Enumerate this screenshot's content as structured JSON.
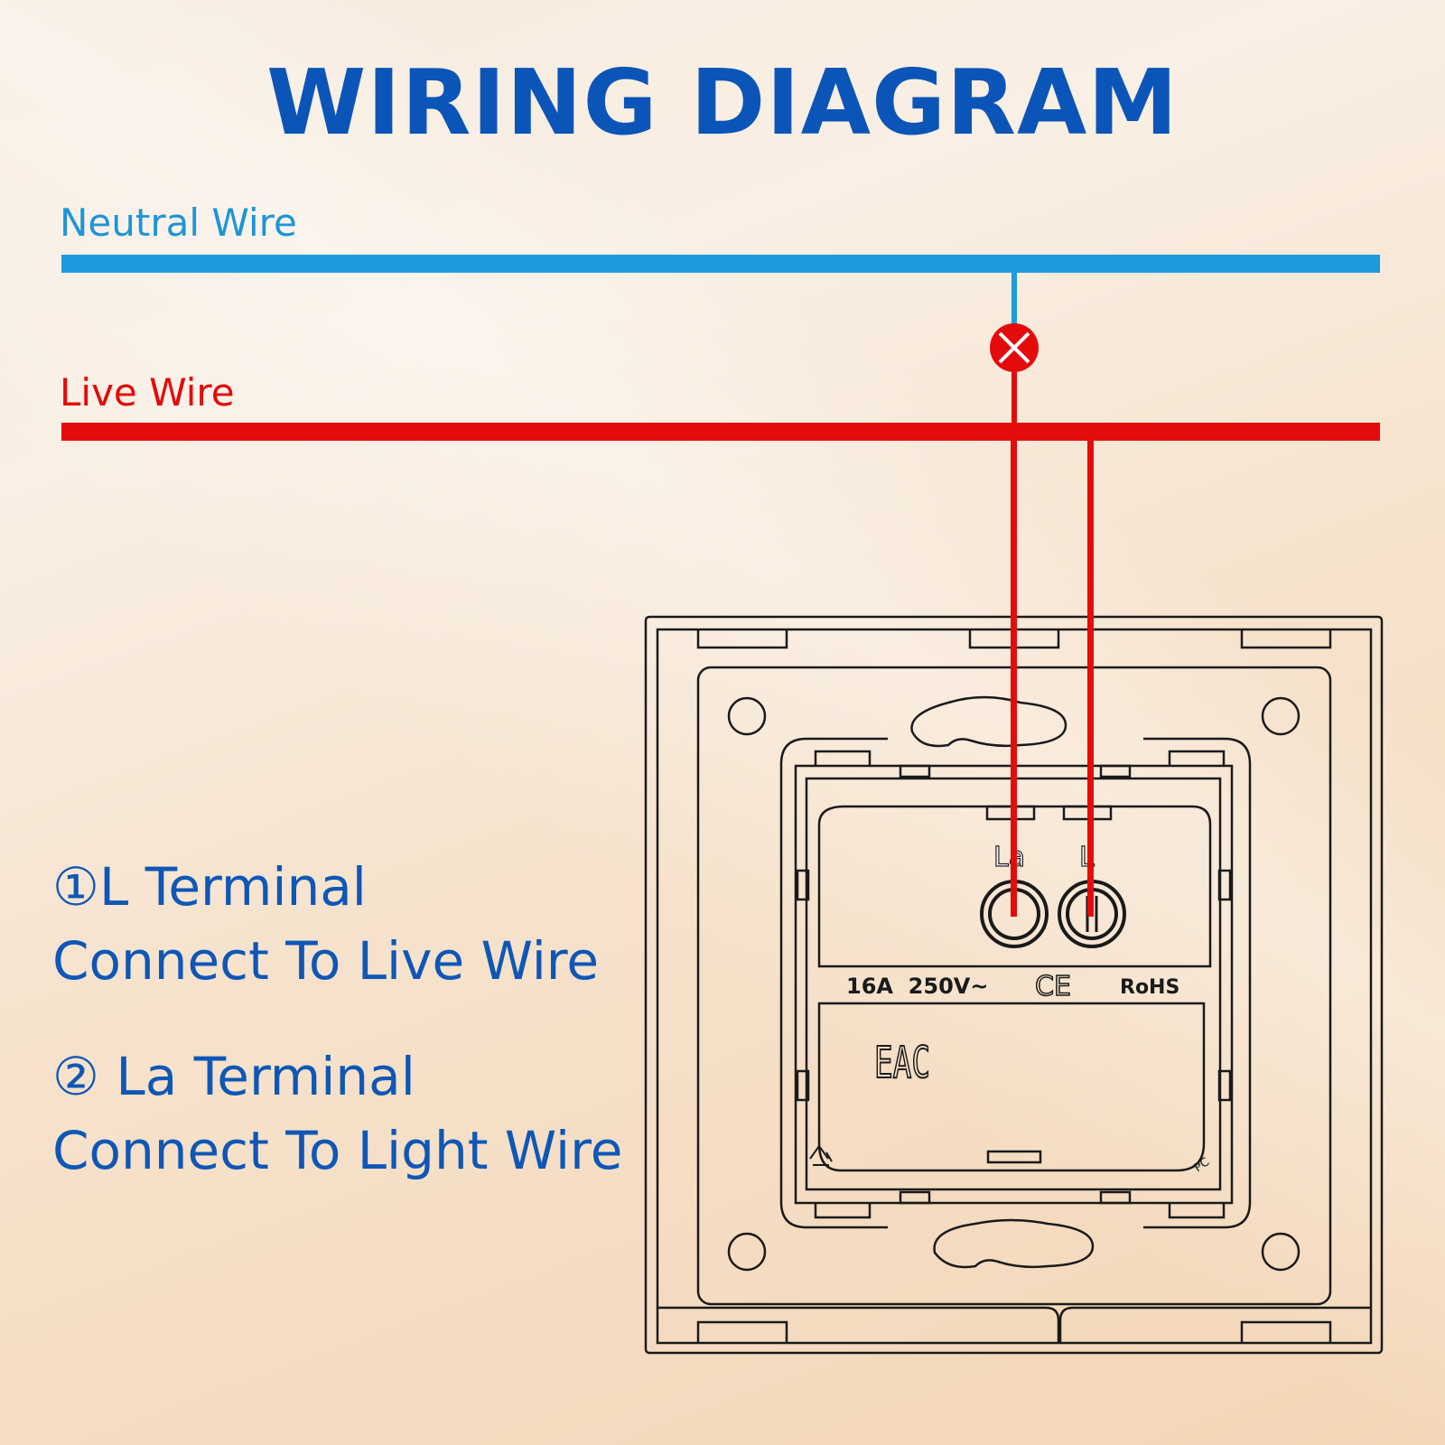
{
  "title": "WIRING DIAGRAM",
  "wires": {
    "neutral_label": "Neutral Wire",
    "neutral_color": "#1e9ade",
    "live_label": "Live Wire",
    "live_color": "#e60b0b"
  },
  "legend": {
    "line1": "①L Terminal",
    "line2": "Connect To Live Wire",
    "line3": "② La Terminal",
    "line4": "Connect To Light Wire"
  },
  "switch": {
    "terminal_la": "La",
    "terminal_l": "L",
    "rating": "16A  250V~",
    "ce_mark": "CE",
    "rohs": "RoHS",
    "eac": "EAC",
    "pc_mark": "PC",
    "recycle_icon": "recycle-icon",
    "lamp_icon": "lamp-icon"
  }
}
